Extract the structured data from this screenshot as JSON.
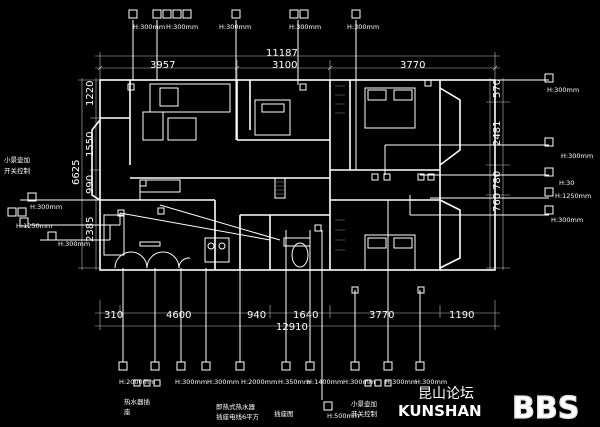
{
  "dims": {
    "top_total": "11187",
    "top_segments": [
      "3957",
      "3100",
      "3770"
    ],
    "bottom_segments": [
      "310",
      "4600",
      "940",
      "1640",
      "3770",
      "1190"
    ],
    "bottom_total": "12910",
    "left_segments": [
      "1220",
      "1550",
      "990",
      "2385"
    ],
    "left_total": "6625",
    "right_segments": [
      "570",
      "2481",
      "780",
      "760"
    ]
  },
  "heights": {
    "h300": "H:300mm",
    "h1250": "H:1250mm",
    "h2000": "H:2000mm",
    "h350": "H:350mm",
    "h1400": "H:1400mm",
    "h500": "H:500mm",
    "h300_partial": "H:30"
  },
  "notes": {
    "left_switch_line1": "小景壶加",
    "left_switch_line2": "开关控制",
    "water_heater_line1": "热水器插",
    "water_heater_line2": "座",
    "instant_heater_line1": "即热式热水器",
    "instant_heater_line2": "插座电线6平方",
    "socket_plan": "插座图",
    "bottom_switch_line1": "小景壶加",
    "bottom_switch_line2": "开关控制"
  },
  "watermark": {
    "cn": "昆山论坛",
    "en": "KUNSHAN",
    "bbs": "BBS"
  }
}
